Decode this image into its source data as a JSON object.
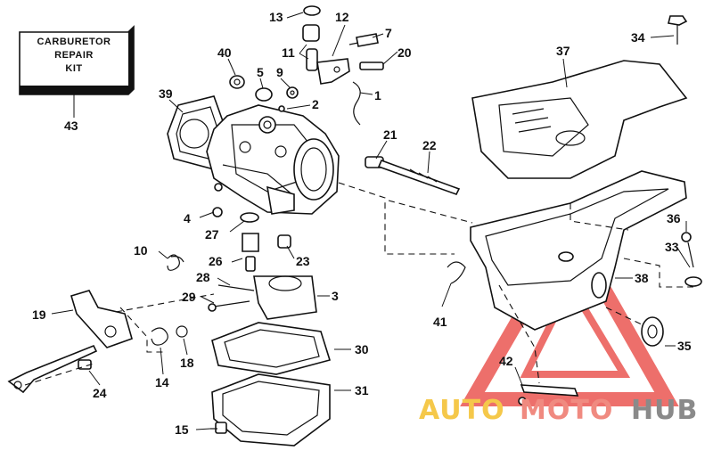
{
  "kit_box": {
    "line1": "CARBURETOR",
    "line2": "REPAIR",
    "line3": "KIT"
  },
  "watermark": {
    "part1": "AUTO",
    "part2": "MOTO",
    "part3": "HUB",
    "colors": {
      "auto": "#f5c84a",
      "moto": "#f08a80",
      "hub": "#8a8a8a",
      "triangle": "#e8403a"
    }
  },
  "callouts": {
    "n1": "1",
    "n2": "2",
    "n3": "3",
    "n4": "4",
    "n5": "5",
    "n7": "7",
    "n9": "9",
    "n10": "10",
    "n11": "11",
    "n12": "12",
    "n13": "13",
    "n14": "14",
    "n15": "15",
    "n18": "18",
    "n19": "19",
    "n20": "20",
    "n21": "21",
    "n22": "22",
    "n23": "23",
    "n24": "24",
    "n26": "26",
    "n27": "27",
    "n28": "28",
    "n29": "29",
    "n30": "30",
    "n31": "31",
    "n33": "33",
    "n34": "34",
    "n35": "35",
    "n36": "36",
    "n37": "37",
    "n38": "38",
    "n39": "39",
    "n40": "40",
    "n41": "41",
    "n42": "42",
    "n43": "43"
  }
}
